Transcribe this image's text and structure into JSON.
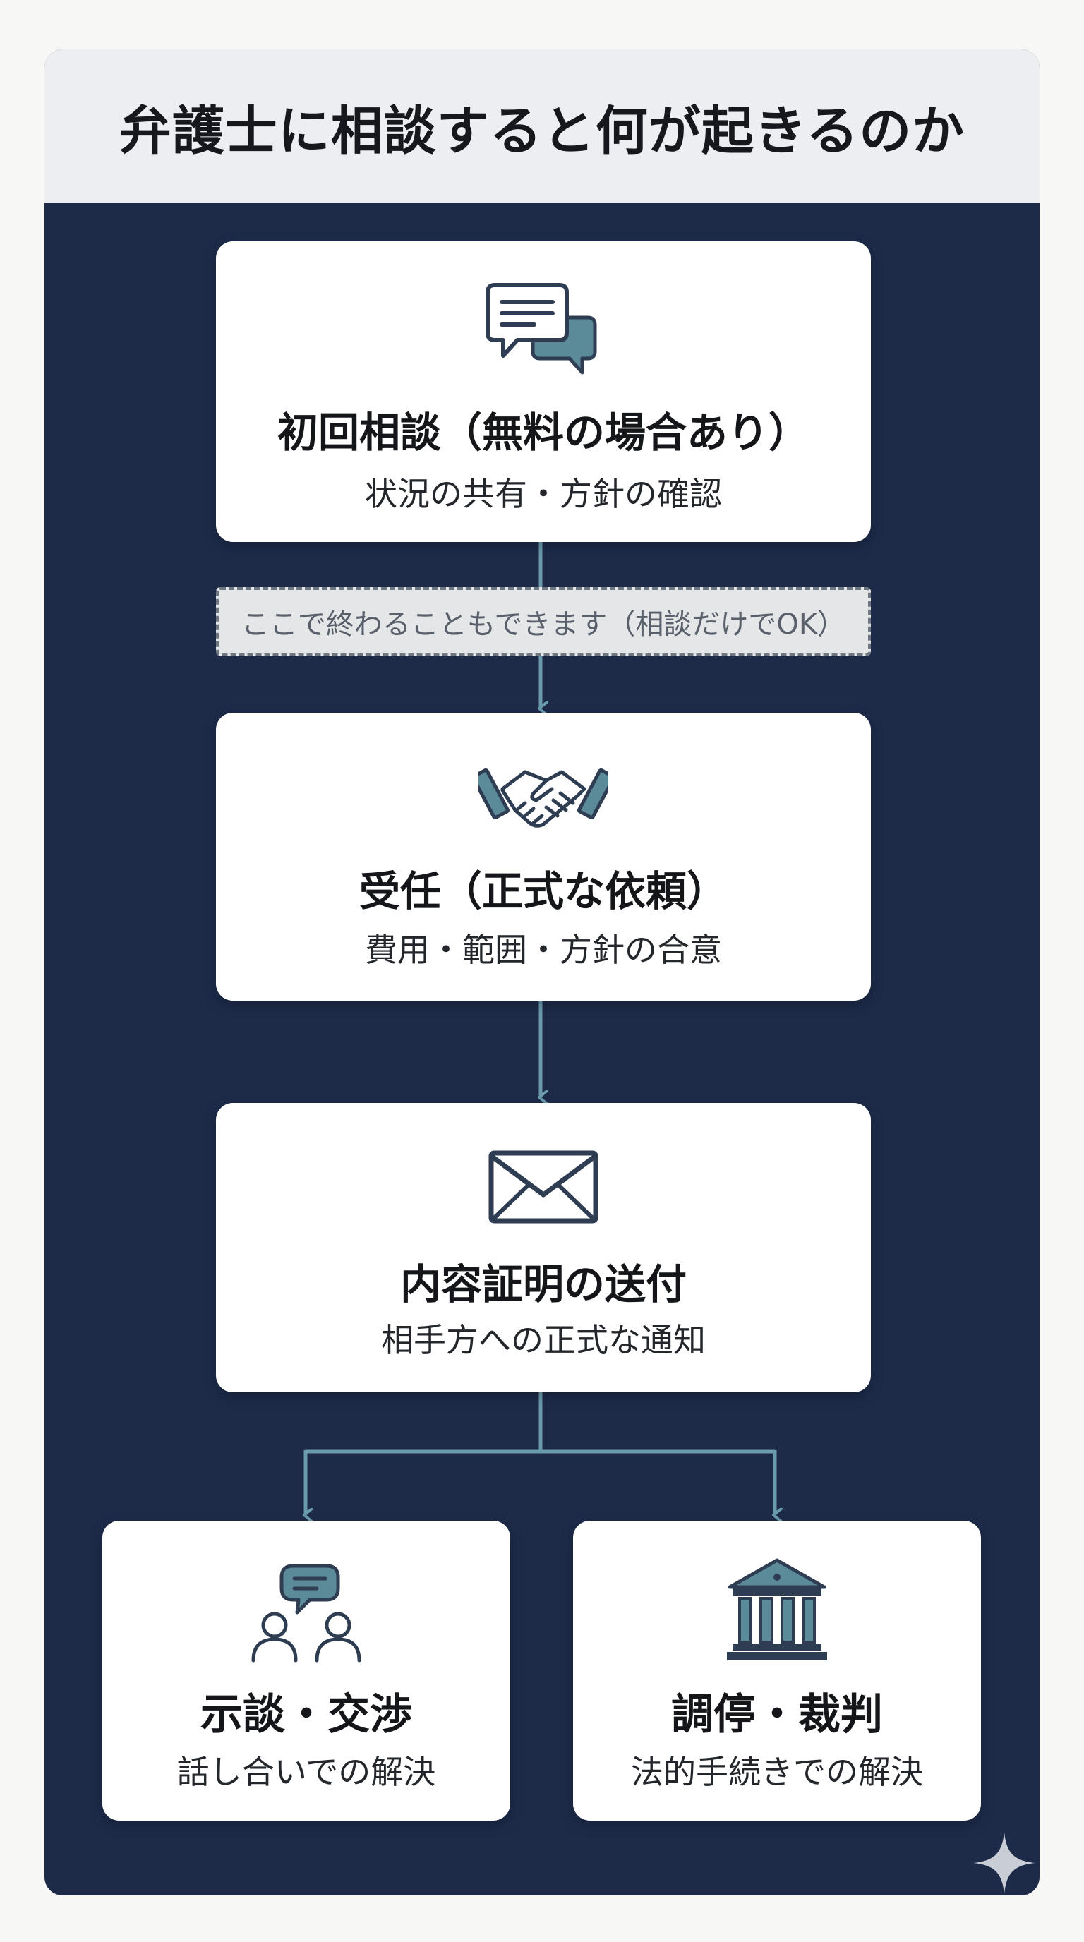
{
  "title": "弁護士に相談すると何が起きるのか",
  "steps": {
    "consultation": {
      "title": "初回相談（無料の場合あり）",
      "subtitle": "状況の共有・方針の確認",
      "icon": "chat-bubbles-icon"
    },
    "note": "ここで終わることもできます（相談だけでOK）",
    "engagement": {
      "title": "受任（正式な依頼）",
      "subtitle": "費用・範囲・方針の合意",
      "icon": "handshake-icon"
    },
    "certified_letter": {
      "title": "内容証明の送付",
      "subtitle": "相手方への正式な通知",
      "icon": "envelope-icon"
    },
    "settlement": {
      "title": "示談・交渉",
      "subtitle": "話し合いでの解決",
      "icon": "people-talking-icon"
    },
    "court": {
      "title": "調停・裁判",
      "subtitle": "法的手続きでの解決",
      "icon": "courthouse-icon"
    }
  },
  "colors": {
    "background": "#1d2b49",
    "title_bar": "#eceef2",
    "card": "#ffffff",
    "connector": "#6a9bac",
    "icon_dark": "#2f3d52",
    "icon_accent": "#5b8a98"
  }
}
